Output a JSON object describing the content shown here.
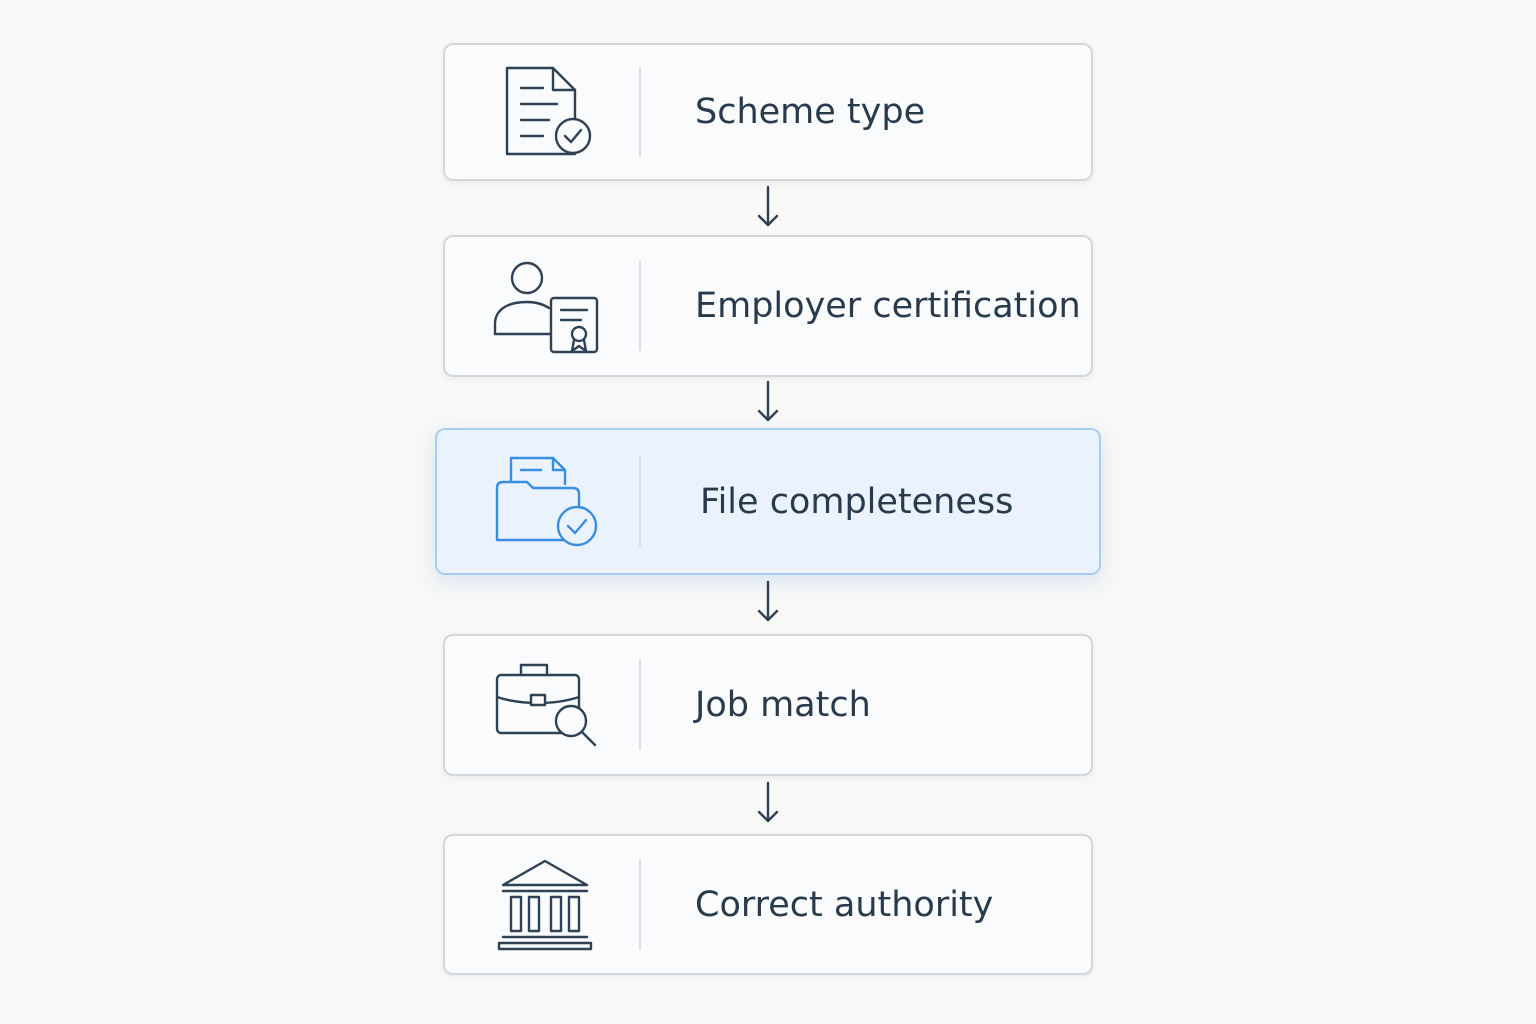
{
  "colors": {
    "ink": "#2f4154",
    "accent": "#3a8ee0",
    "card_border": "#d2d7de",
    "active_card_bg": "#eaf3fd",
    "active_card_border": "#a9cdf2",
    "page_bg": "#f8f8f6"
  },
  "steps": [
    {
      "label": "Scheme type",
      "icon": "document-check-icon",
      "active": false
    },
    {
      "label": "Employer certification",
      "icon": "person-certificate-icon",
      "active": false
    },
    {
      "label": "File completeness",
      "icon": "folder-check-icon",
      "active": true
    },
    {
      "label": "Job match",
      "icon": "briefcase-search-icon",
      "active": false
    },
    {
      "label": "Correct authority",
      "icon": "government-building-icon",
      "active": false
    }
  ],
  "arrows": [
    "arrow-down-icon",
    "arrow-down-icon",
    "arrow-down-icon",
    "arrow-down-icon"
  ]
}
